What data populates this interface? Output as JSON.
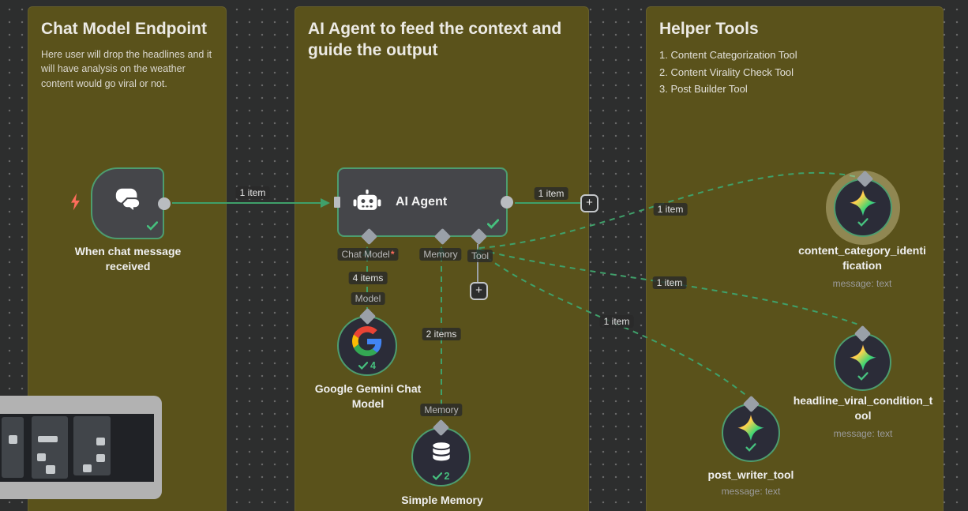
{
  "sticky_notes": {
    "chat_model": {
      "title": "Chat Model Endpoint",
      "body": "Here user will drop the headlines and it will have analysis on the weather content would go viral or not."
    },
    "ai_agent": {
      "title": "AI Agent to feed the context and guide the output"
    },
    "helper_tools": {
      "title": "Helper Tools",
      "items": [
        "1. Content Categorization Tool",
        "2. Content Virality Check Tool",
        "3. Post Builder Tool"
      ]
    }
  },
  "nodes": {
    "chat_trigger": {
      "label": "When chat message received"
    },
    "ai_agent": {
      "label": "AI Agent",
      "ports": {
        "chat_model": "Chat Model",
        "required_marker": "*",
        "memory": "Memory",
        "tool": "Tool"
      }
    },
    "gemini": {
      "label": "Google Gemini Chat Model",
      "run_count": "4"
    },
    "simple_memory": {
      "label": "Simple Memory",
      "run_count": "2"
    },
    "content_category": {
      "label": "content_category_identification",
      "sublabel": "message: text"
    },
    "headline_viral": {
      "label": "headline_viral_condition_tool",
      "sublabel": "message: text"
    },
    "post_writer": {
      "label": "post_writer_tool",
      "sublabel": "message: text"
    }
  },
  "connection_labels": {
    "trigger_to_agent": "1 item",
    "agent_output": "1 item",
    "chat_model_count": "4 items",
    "chat_model_endpoint": "Model",
    "memory_count": "2 items",
    "memory_endpoint": "Memory",
    "tool_content_category": "1 item",
    "tool_headline_viral": "1 item",
    "tool_post_writer": "1 item"
  },
  "icons": {
    "chat_trigger": "chat-bubbles",
    "trigger_type": "lightning-bolt",
    "ai_agent": "robot",
    "gemini": "google-g",
    "simple_memory": "database",
    "tools": "gemini-sparkle",
    "executed": "checkmark"
  },
  "ui": {
    "plus": "+"
  },
  "colors": {
    "canvas_bg": "#2d2e2e",
    "sticky_bg": "#5a521b",
    "node_border_green": "#4d9d6f",
    "connection_green": "#3fa06a",
    "node_bg_gray": "#45464a",
    "node_bg_dark": "#2b2c38",
    "trigger_bolt_red": "#ff6d5c",
    "connector_gray": "#b9bcc0",
    "check_green": "#46c07e"
  }
}
